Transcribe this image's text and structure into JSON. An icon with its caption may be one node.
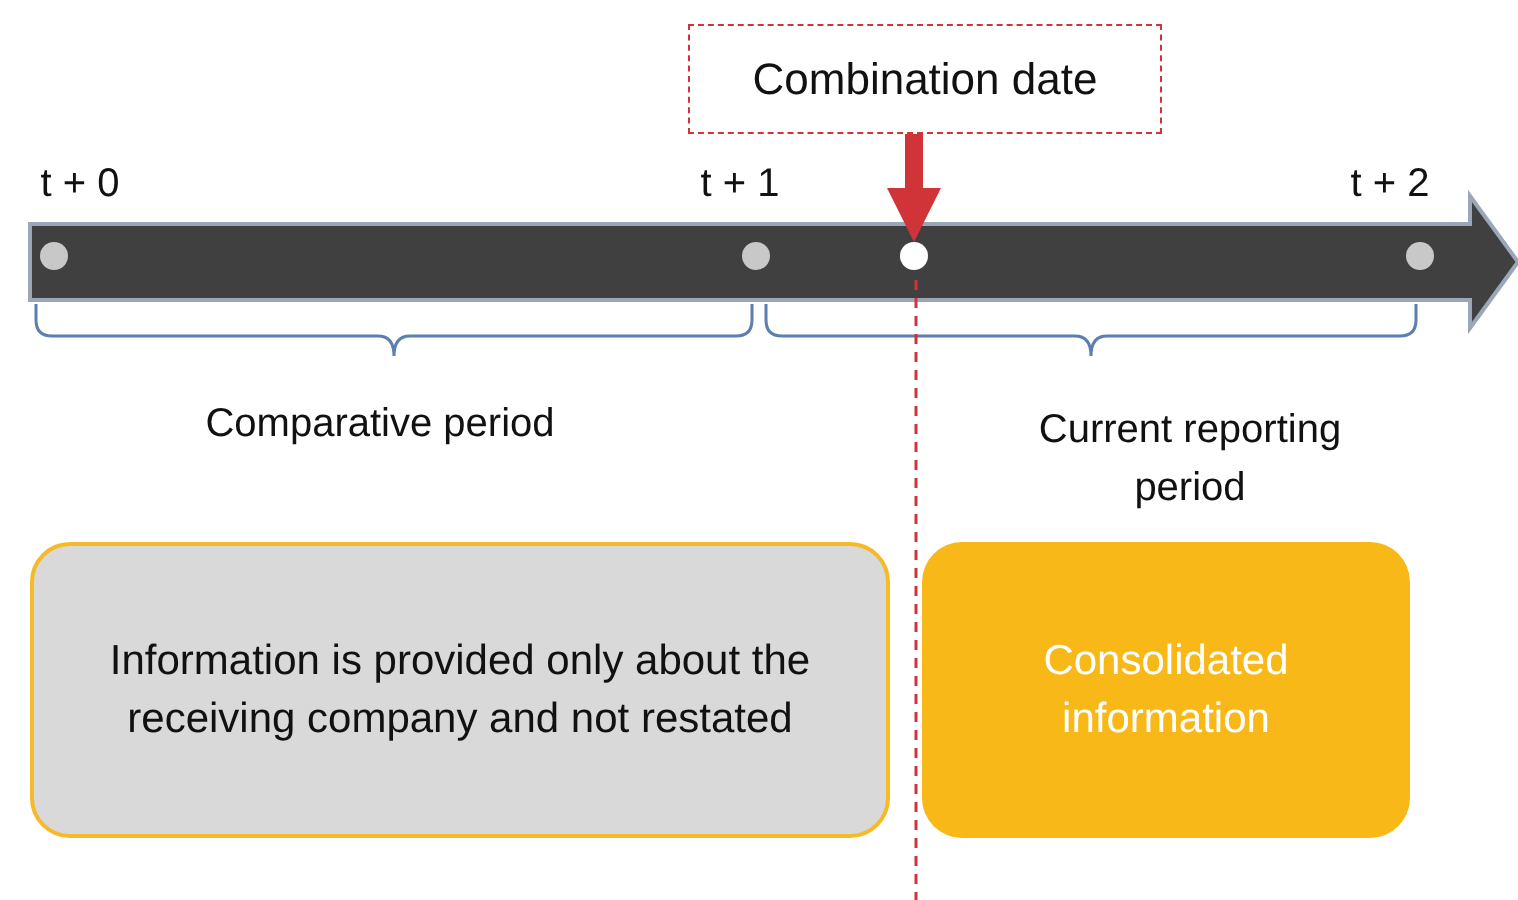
{
  "diagram": {
    "nodes": [
      {
        "text": [
          "Combination date"
        ]
      },
      {
        "text": [],
        "shape": "circle"
      },
      {
        "text": [
          "Information is provided only about the receiving company and not restated"
        ]
      },
      {
        "text": [
          "Consolidated information"
        ]
      }
    ],
    "edges": [
      {
        "from": 0,
        "to": 1,
        "arrow": "to",
        "color": "#d13438"
      }
    ],
    "labels": [
      "t + 0",
      "t + 1",
      "t + 2",
      "Comparative period",
      "Current reporting period"
    ]
  }
}
